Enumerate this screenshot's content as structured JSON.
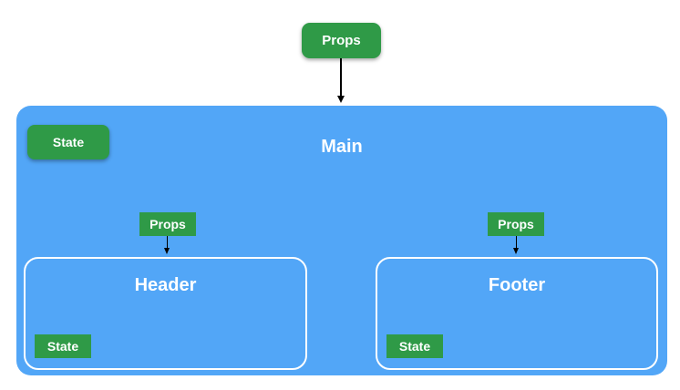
{
  "top_props_label": "Props",
  "main": {
    "title": "Main",
    "state_label": "State"
  },
  "header": {
    "props_label": "Props",
    "title": "Header",
    "state_label": "State"
  },
  "footer": {
    "props_label": "Props",
    "title": "Footer",
    "state_label": "State"
  },
  "colors": {
    "green": "#2f9a47",
    "blue": "#52a6f7",
    "white": "#ffffff",
    "arrow": "#000000"
  }
}
